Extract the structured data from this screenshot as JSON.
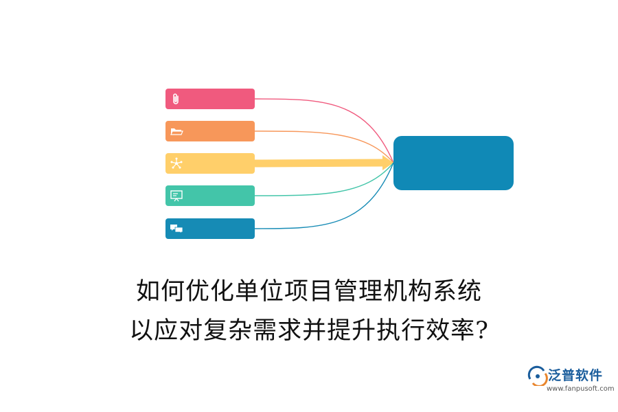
{
  "diagram": {
    "nodes": [
      {
        "name": "node-attachment",
        "icon": "paperclip-icon",
        "color": "#f05a7e"
      },
      {
        "name": "node-folder",
        "icon": "folder-icon",
        "color": "#f7975a"
      },
      {
        "name": "node-network",
        "icon": "network-icon",
        "color": "#ffcf6a"
      },
      {
        "name": "node-presentation",
        "icon": "presentation-board-icon",
        "color": "#43c5a9"
      },
      {
        "name": "node-chat",
        "icon": "chat-bubbles-icon",
        "color": "#168bb5"
      }
    ],
    "hub": {
      "color": "#1089b6"
    },
    "highlight_node_index": 2
  },
  "title": {
    "line1": "如何优化单位项目管理机构系统",
    "line2": "以应对复杂需求并提升执行效率?"
  },
  "logo": {
    "brand": "泛普软件",
    "domain": "www.fanpusoft.com"
  }
}
